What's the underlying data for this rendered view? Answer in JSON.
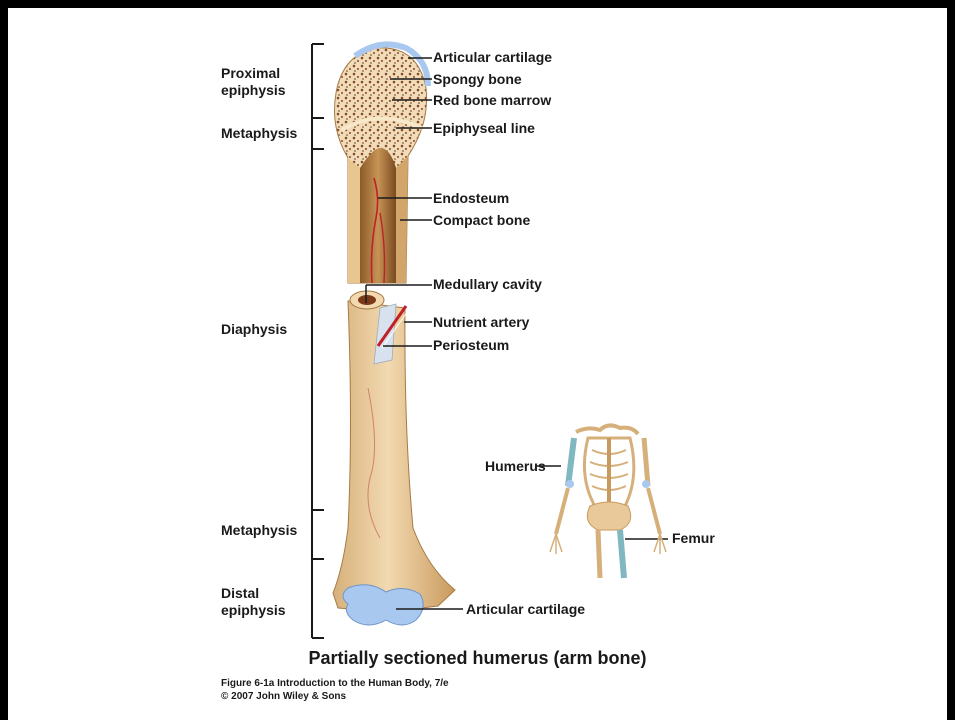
{
  "regions": {
    "proximal_epiphysis": [
      "Proximal",
      "epiphysis"
    ],
    "metaphysis_top": "Metaphysis",
    "diaphysis": "Diaphysis",
    "metaphysis_bottom": "Metaphysis",
    "distal_epiphysis": [
      "Distal",
      "epiphysis"
    ]
  },
  "labels": {
    "articular_cartilage_top": "Articular cartilage",
    "spongy_bone": "Spongy  bone",
    "red_bone_marrow": "Red bone marrow",
    "epiphyseal_line": "Epiphyseal line",
    "endosteum": "Endosteum",
    "compact_bone": "Compact bone",
    "medullary_cavity": "Medullary cavity",
    "nutrient_artery": "Nutrient artery",
    "periosteum": "Periosteum",
    "articular_cartilage_bottom": "Articular cartilage",
    "humerus": "Humerus",
    "femur": "Femur"
  },
  "caption": "Partially sectioned humerus (arm bone)",
  "credit": [
    "Figure 6-1a  Introduction to the Human Body, 7/e",
    "© 2007 John Wiley & Sons"
  ],
  "colors": {
    "bone": "#e9c99a",
    "bone_shadow": "#c99a5e",
    "cartilage": "#a9c8ef",
    "marrow_spots": "#8a4a2a",
    "artery": "#c0202a",
    "skeleton_highlight": "#7fb8c0"
  }
}
